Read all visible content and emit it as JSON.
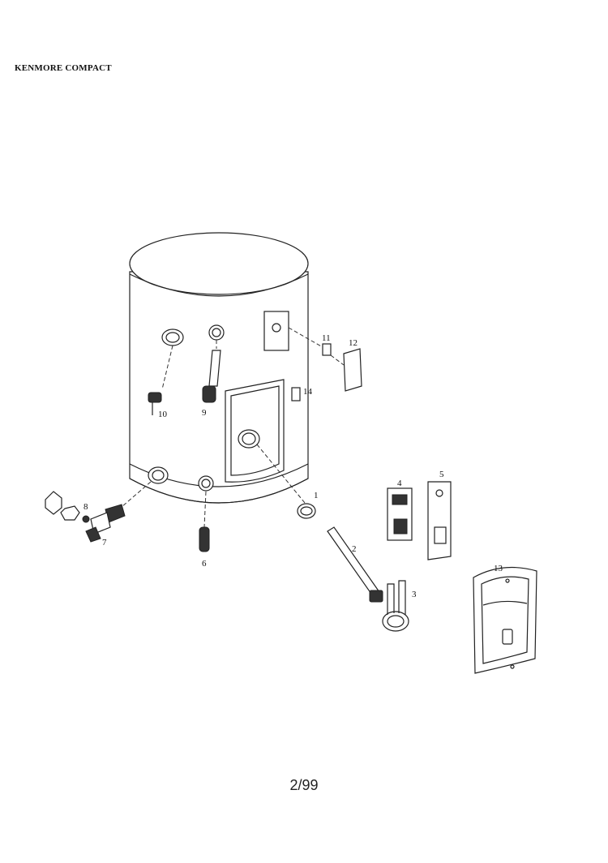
{
  "header": {
    "brand": "KENMORE COMPACT"
  },
  "footer": {
    "page": "2/99"
  },
  "parts": [
    {
      "number": "1"
    },
    {
      "number": "2"
    },
    {
      "number": "3"
    },
    {
      "number": "4"
    },
    {
      "number": "5"
    },
    {
      "number": "6"
    },
    {
      "number": "7"
    },
    {
      "number": "8"
    },
    {
      "number": "9"
    },
    {
      "number": "10"
    },
    {
      "number": "11"
    },
    {
      "number": "12"
    },
    {
      "number": "13"
    },
    {
      "number": "14"
    }
  ]
}
